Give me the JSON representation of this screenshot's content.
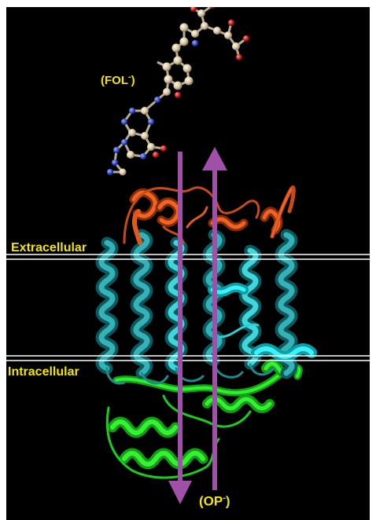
{
  "labels": {
    "ligand_name": "FOL",
    "ligand_charge": "-",
    "product_name": "OP",
    "product_charge": "-",
    "extracellular": "Extracellular",
    "intracellular": "Intracellular"
  },
  "colors": {
    "background": "#000000",
    "label_text": "#f2e600",
    "membrane_line": "#ffffff",
    "arrow": "#a050a8",
    "helix_main": "#2a9fa4",
    "helix_highlight": "#3fd6dc",
    "extracellular_loops": "#e0521a",
    "intracellular_domain": "#22dd22",
    "atom_carbon": "#d9c9a8",
    "atom_nitrogen": "#3a55d8",
    "atom_oxygen": "#d21e1e"
  }
}
